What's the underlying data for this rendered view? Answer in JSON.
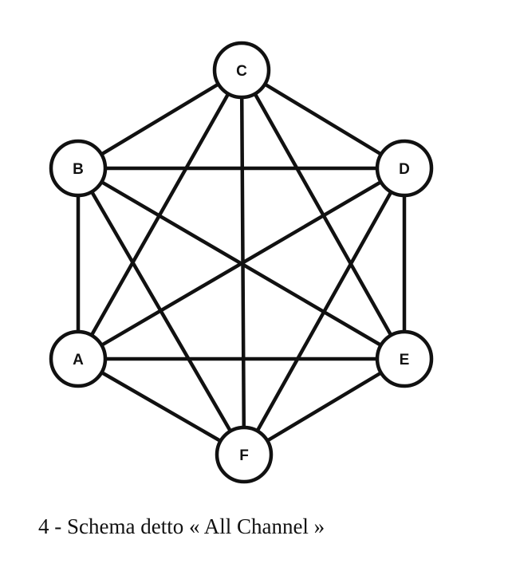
{
  "diagram": {
    "type": "complete-graph",
    "nodes": [
      {
        "id": "A",
        "label": "A"
      },
      {
        "id": "B",
        "label": "B"
      },
      {
        "id": "C",
        "label": "C"
      },
      {
        "id": "D",
        "label": "D"
      },
      {
        "id": "E",
        "label": "E"
      },
      {
        "id": "F",
        "label": "F"
      }
    ],
    "edges": [
      [
        "A",
        "B"
      ],
      [
        "A",
        "C"
      ],
      [
        "A",
        "D"
      ],
      [
        "A",
        "E"
      ],
      [
        "A",
        "F"
      ],
      [
        "B",
        "C"
      ],
      [
        "B",
        "D"
      ],
      [
        "B",
        "E"
      ],
      [
        "B",
        "F"
      ],
      [
        "C",
        "D"
      ],
      [
        "C",
        "E"
      ],
      [
        "C",
        "F"
      ],
      [
        "D",
        "E"
      ],
      [
        "D",
        "F"
      ],
      [
        "E",
        "F"
      ]
    ]
  },
  "caption": "4 - Schema detto « All Channel »"
}
